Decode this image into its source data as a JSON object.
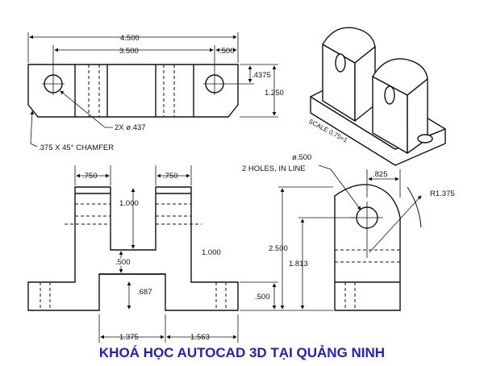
{
  "colors": {
    "line": "#111111",
    "footer": "#2020c8",
    "background": "#ffffff"
  },
  "top_view": {
    "overall_width": "4.500",
    "hole_spacing": "3.500",
    "edge_offset": ".500",
    "hole_to_edge": ".4375",
    "depth": "1.250",
    "hole_note": "2X ø.437",
    "chamfer_note": ".375 X 45° CHAMFER"
  },
  "front_view": {
    "ear_width_left": ".750",
    "ear_width_right": ".750",
    "slot_depth": "1.000",
    "side_height": "1.000",
    "boss_height": ".500",
    "boss_offset": ".687",
    "foot_height": ".500",
    "left_span": "1.375",
    "right_span": "1.563"
  },
  "side_view": {
    "hole_note_line1": "ø.500",
    "hole_note_line2": "2 HOLES, IN LINE",
    "hole_offset": ".825",
    "radius": "R1.375",
    "overall_height": "2.500",
    "hole_height": "1.813"
  },
  "iso_view": {
    "scale_note": "SCALE 0.75=1"
  },
  "footer": {
    "title": "KHOÁ HỌC AUTOCAD 3D TẠI QUẢNG NINH"
  }
}
